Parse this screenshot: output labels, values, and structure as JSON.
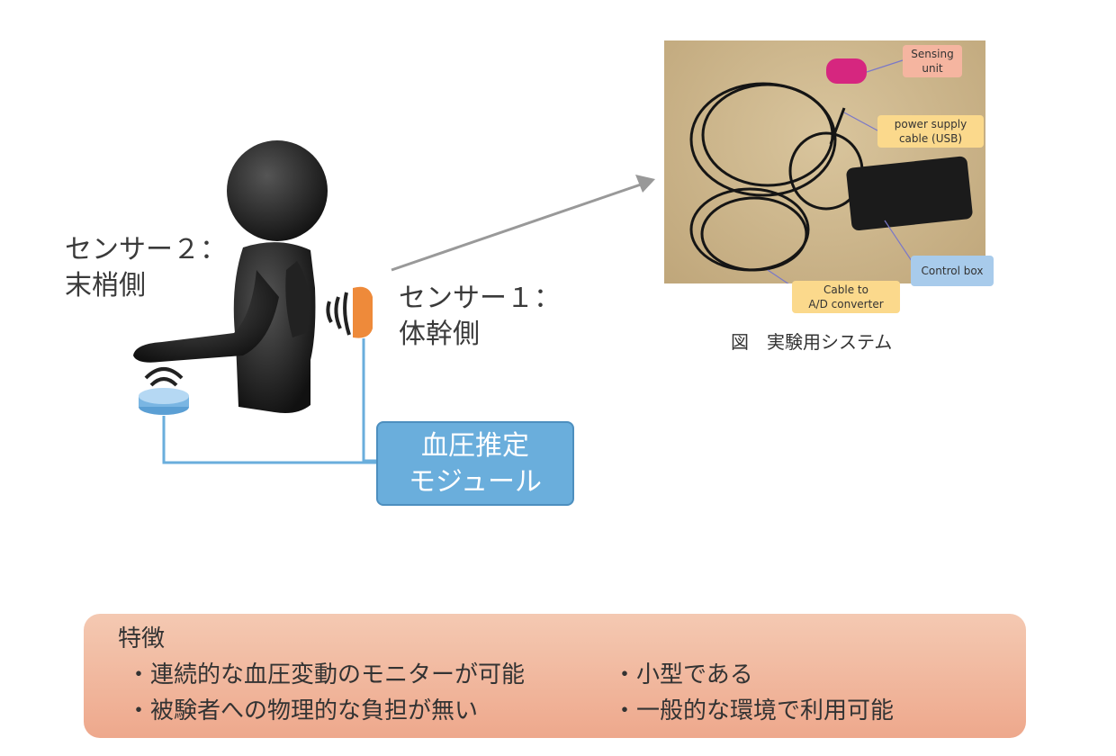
{
  "sensor2": {
    "line1": "センサー２：",
    "line2": "末梢側"
  },
  "sensor1": {
    "line1": "センサー１：",
    "line2": "体幹側"
  },
  "module": {
    "line1": "血圧推定",
    "line2": "モジュール"
  },
  "photo_labels": {
    "sensing_unit": [
      "Sensing",
      "unit"
    ],
    "power_supply": [
      "power supply",
      "cable (USB)"
    ],
    "control_box": "Control box",
    "cable_ad": [
      "Cable to",
      "A/D converter"
    ]
  },
  "caption": "図　実験用システム",
  "features": {
    "title": "特徴",
    "items": [
      "・連続的な血圧変動のモニターが可能",
      "・小型である",
      "・被験者への物理的な負担が無い",
      "・一般的な環境で利用可能"
    ]
  }
}
